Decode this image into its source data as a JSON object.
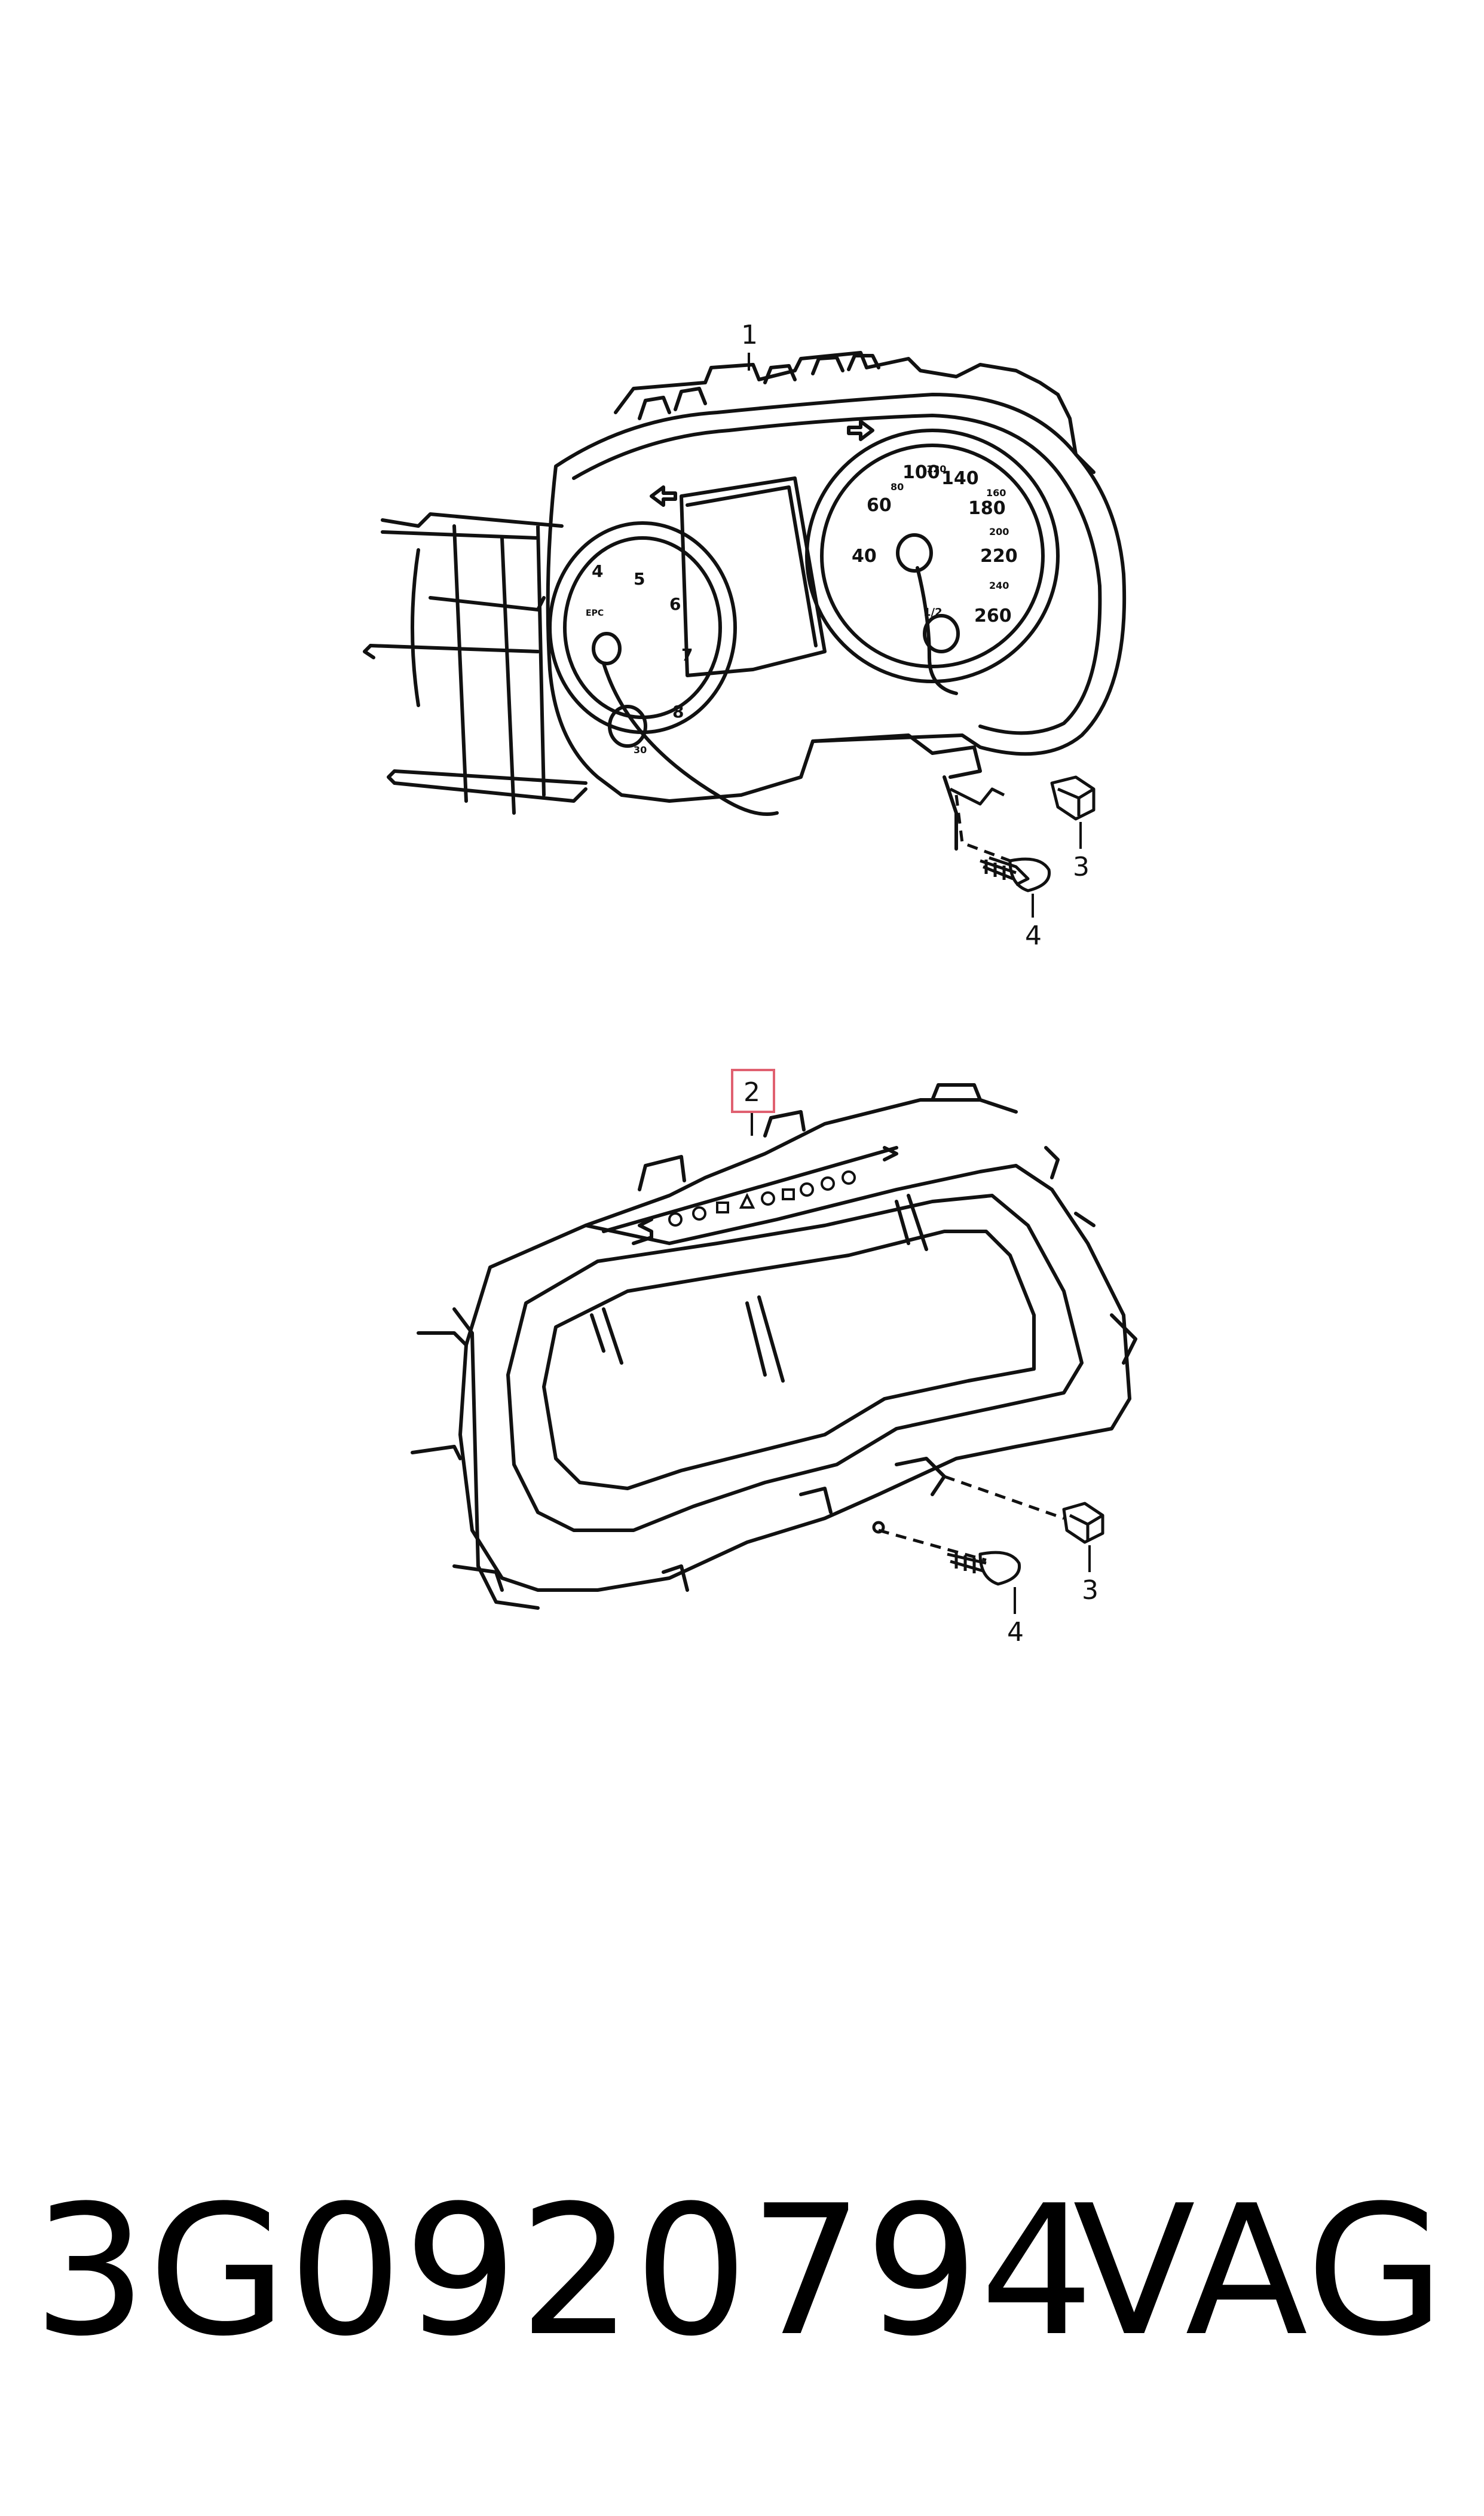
{
  "callouts": {
    "item1": "1",
    "item2": "2",
    "item3_top": "3",
    "item4_top": "4",
    "item3_bottom": "3",
    "item4_bottom": "4"
  },
  "analog_cluster": {
    "tacho_numbers": [
      "4",
      "5",
      "6",
      "7",
      "8"
    ],
    "tacho_small_labels": [
      "EPC"
    ],
    "speedo_numbers": [
      "40",
      "60",
      "100",
      "140",
      "180",
      "220",
      "260"
    ],
    "speedo_small_numbers": [
      "80",
      "120",
      "160",
      "200",
      "240"
    ],
    "fuel_labels": [
      "1/2"
    ],
    "small_dial_labels": [
      "30"
    ]
  },
  "highlight_color": "#e06070",
  "footer": {
    "part_number": "3G0920794",
    "brand": "VAG"
  }
}
